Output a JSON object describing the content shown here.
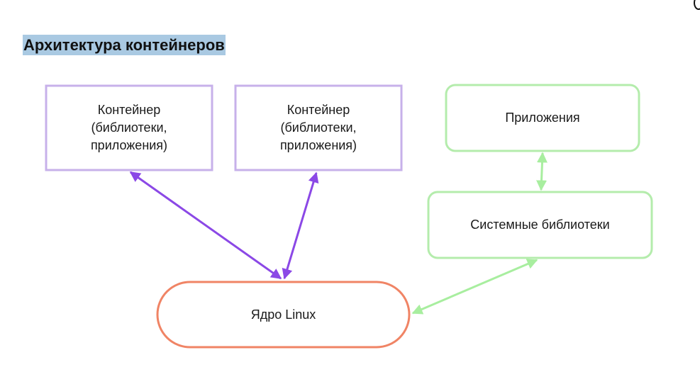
{
  "title": "Архитектура контейнеров",
  "colors": {
    "container_border": "#c7b1ea",
    "host_border": "#b4ecac",
    "kernel_border": "#f08465",
    "container_arrow": "#8b48e6",
    "host_arrow": "#a8ee9f",
    "title_highlight": "#a9c9e2"
  },
  "nodes": {
    "container1": {
      "lines": [
        "Контейнер",
        "(библиотеки,",
        "приложения)"
      ]
    },
    "container2": {
      "lines": [
        "Контейнер",
        "(библиотеки,",
        "приложения)"
      ]
    },
    "apps": {
      "label": "Приложения"
    },
    "syslibs": {
      "label": "Системные библиотеки"
    },
    "kernel": {
      "label": "Ядро Linux"
    }
  },
  "edges": [
    {
      "from": "container1",
      "to": "kernel",
      "style": "double-arrow",
      "color": "purple"
    },
    {
      "from": "container2",
      "to": "kernel",
      "style": "double-arrow",
      "color": "purple"
    },
    {
      "from": "apps",
      "to": "syslibs",
      "style": "double-arrow",
      "color": "green"
    },
    {
      "from": "syslibs",
      "to": "kernel",
      "style": "double-arrow",
      "color": "green"
    }
  ]
}
